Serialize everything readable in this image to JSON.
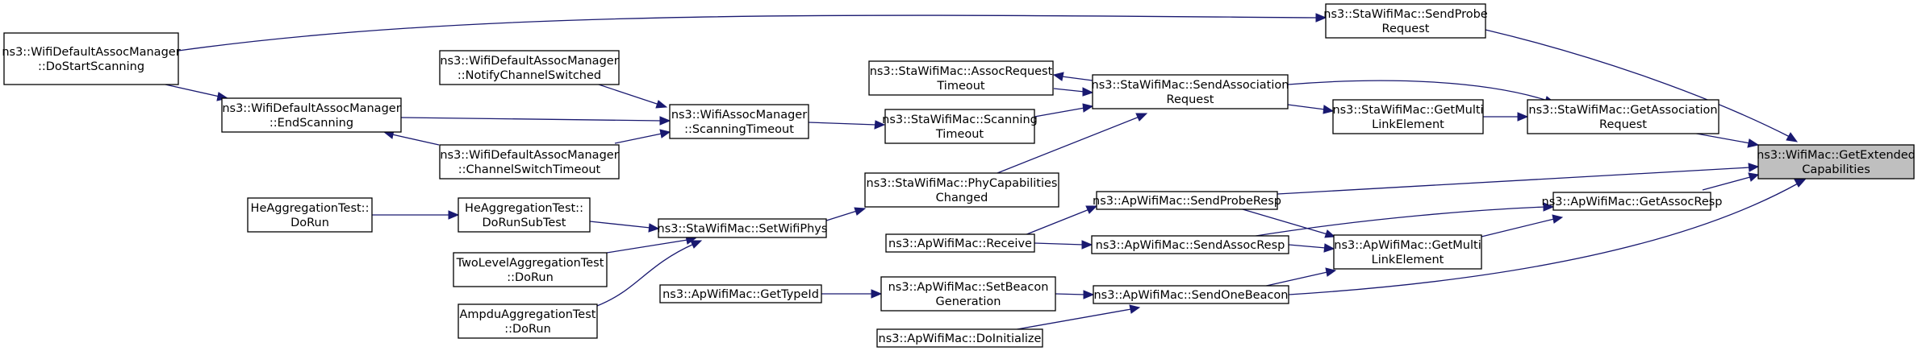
{
  "colors": {
    "edge": "#191970",
    "node_border": "#000000",
    "focus_fill": "#bfbfbf",
    "node_fill": "#ffffff"
  },
  "nodes": {
    "dostartscanning": [
      "ns3::WifiDefaultAssocManager",
      "::DoStartScanning"
    ],
    "endscanning": [
      "ns3::WifiDefaultAssocManager",
      "::EndScanning"
    ],
    "notifychannelswitched": [
      "ns3::WifiDefaultAssocManager",
      "::NotifyChannelSwitched"
    ],
    "channelswitchtimeout": [
      "ns3::WifiDefaultAssocManager",
      "::ChannelSwitchTimeout"
    ],
    "scanningtimeout_mgr": [
      "ns3::WifiAssocManager",
      "::ScanningTimeout"
    ],
    "assocrequesttimeout": [
      "ns3::StaWifiMac::AssocRequest",
      "Timeout"
    ],
    "scanningtimeout_sta": [
      "ns3::StaWifiMac::Scanning",
      "Timeout"
    ],
    "sendassociationrequest": [
      "ns3::StaWifiMac::SendAssociation",
      "Request"
    ],
    "sendproberequest": [
      "ns3::StaWifiMac::SendProbe",
      "Request"
    ],
    "getmultilinkelement_sta": [
      "ns3::StaWifiMac::GetMulti",
      "LinkElement"
    ],
    "getassociationrequest": [
      "ns3::StaWifiMac::GetAssociation",
      "Request"
    ],
    "getextendedcapabilities": [
      "ns3::WifiMac::GetExtended",
      "Capabilities"
    ],
    "phycapabilitieschanged": [
      "ns3::StaWifiMac::PhyCapabilities",
      "Changed"
    ],
    "setwifiphys": [
      "ns3::StaWifiMac::SetWifiPhys"
    ],
    "heaggregationtest_dorun": [
      "HeAggregationTest::",
      "DoRun"
    ],
    "heaggregationtest_dorunsubtest": [
      "HeAggregationTest::",
      "DoRunSubTest"
    ],
    "twolevelaggregationtest": [
      "TwoLevelAggregationTest",
      "::DoRun"
    ],
    "ampduaggregationtest": [
      "AmpduAggregationTest",
      "::DoRun"
    ],
    "sendproberesp": [
      "ns3::ApWifiMac::SendProbeResp"
    ],
    "receive": [
      "ns3::ApWifiMac::Receive"
    ],
    "sendassocresp": [
      "ns3::ApWifiMac::SendAssocResp"
    ],
    "getmultilinkelement_ap": [
      "ns3::ApWifiMac::GetMulti",
      "LinkElement"
    ],
    "getassocresp": [
      "ns3::ApWifiMac::GetAssocResp"
    ],
    "gettypeid": [
      "ns3::ApWifiMac::GetTypeId"
    ],
    "setbeacongeneration": [
      "ns3::ApWifiMac::SetBeacon",
      "Generation"
    ],
    "sendonebeacon": [
      "ns3::ApWifiMac::SendOneBeacon"
    ],
    "doinitialize": [
      "ns3::ApWifiMac::DoInitialize"
    ]
  }
}
